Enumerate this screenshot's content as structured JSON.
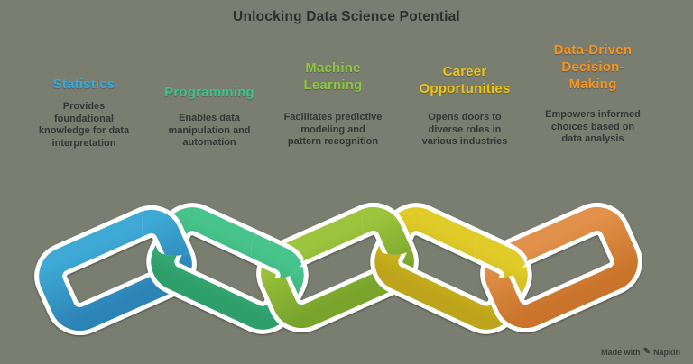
{
  "page": {
    "background": "#7a7e71"
  },
  "title": {
    "text": "Unlocking Data Science Potential",
    "color": "#2f2f2f"
  },
  "pillars": [
    {
      "heading": "Statistics",
      "heading_color": "#35abe2",
      "description": "Provides\nfoundational\nknowledge for data\ninterpretation",
      "link_gradient_top": "#3fa9d6",
      "link_gradient_bottom": "#2c84b6"
    },
    {
      "heading": "Programming",
      "heading_color": "#3cc487",
      "description": "Enables data\nmanipulation and\nautomation",
      "link_gradient_top": "#47c48c",
      "link_gradient_bottom": "#2e9e6b"
    },
    {
      "heading": "Machine\nLearning",
      "heading_color": "#8fc63f",
      "description": "Facilitates predictive\nmodeling and\npattern recognition",
      "link_gradient_top": "#9dc43d",
      "link_gradient_bottom": "#78a42c"
    },
    {
      "heading": "Career\nOpportunities",
      "heading_color": "#efc40d",
      "description": "Opens doors to\ndiverse roles in\nvarious industries",
      "link_gradient_top": "#e0cc28",
      "link_gradient_bottom": "#bda41a"
    },
    {
      "heading": "Data-Driven\nDecision-\nMaking",
      "heading_color": "#f7931e",
      "description": "Empowers informed\nchoices based on\ndata analysis",
      "link_gradient_top": "#e2914a",
      "link_gradient_bottom": "#c9742a"
    }
  ],
  "watermark": {
    "prefix": "Made with",
    "brand": "Napkin",
    "icon": "pen-icon"
  }
}
